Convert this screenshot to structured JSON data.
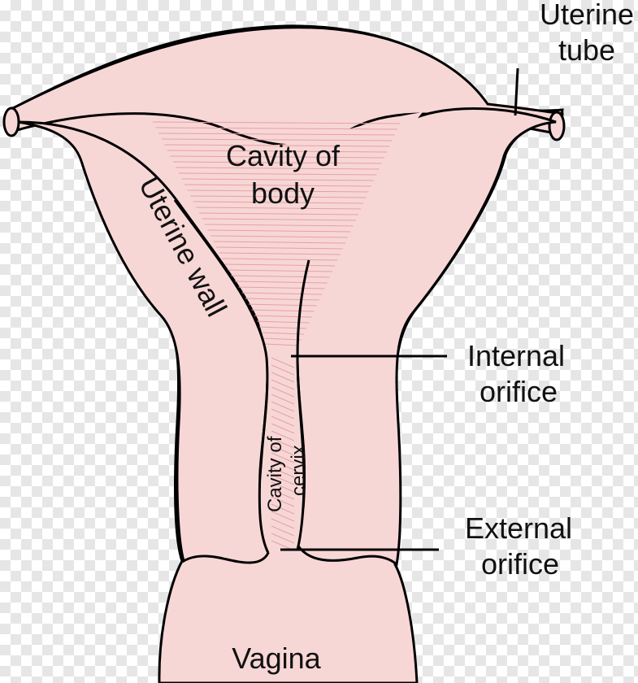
{
  "labels": {
    "uterine_tube": [
      "Uterine",
      "tube"
    ],
    "cavity_of_body": [
      "Cavity of",
      "body"
    ],
    "uterine_wall": "Uterine wall",
    "internal_orifice": [
      "Internal",
      "orifice"
    ],
    "cavity_of_cervix": [
      "Cavity of",
      "cervix"
    ],
    "external_orifice": [
      "External",
      "orifice"
    ],
    "vagina": "Vagina"
  },
  "colors": {
    "tissue": "#f7d7d6",
    "vagina_tissue": "#f2c2c6",
    "lines": "#e6a0a6",
    "outline": "#000000"
  }
}
